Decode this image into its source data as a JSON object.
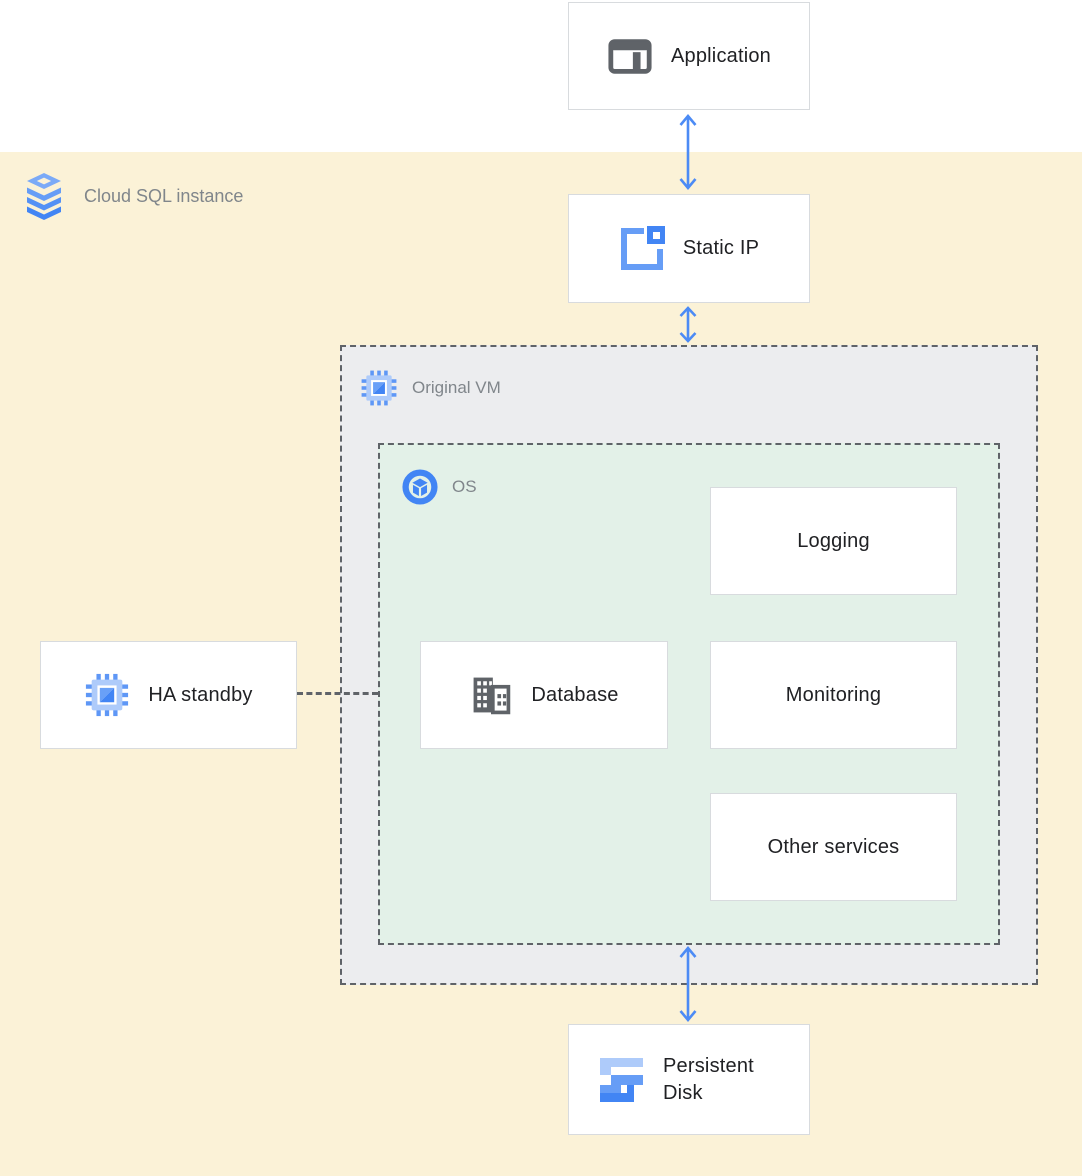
{
  "colors": {
    "bg_top": "#FFFFFF",
    "bg_main": "#FBF2D7",
    "vm_fill": "#ECEDEF",
    "os_fill": "#E3F1E8",
    "dashed_border": "#5F6368",
    "card_border": "#D8DBDE",
    "arrow": "#4C8BF5",
    "label_gray": "#80868B",
    "text_dark": "#202124",
    "gcp_blue": "#4285F4",
    "gcp_blue_light": "#669DF6",
    "gcp_blue_pale": "#AECBFA",
    "icon_gray": "#5F6368"
  },
  "regions": {
    "cloud_sql": {
      "label": "Cloud SQL instance",
      "icon": "cloud-sql-icon"
    },
    "original_vm": {
      "label": "Original VM",
      "icon": "compute-engine-icon"
    },
    "os": {
      "label": "OS",
      "icon": "os-icon"
    }
  },
  "nodes": {
    "application": {
      "label": "Application",
      "icon": "application-window-icon"
    },
    "static_ip": {
      "label": "Static IP",
      "icon": "external-ip-icon"
    },
    "ha_standby": {
      "label": "HA standby",
      "icon": "compute-engine-icon"
    },
    "database": {
      "label": "Database",
      "icon": "database-building-icon"
    },
    "logging": {
      "label": "Logging"
    },
    "monitoring": {
      "label": "Monitoring"
    },
    "other_services": {
      "label": "Other services"
    },
    "persistent_disk": {
      "label": "Persistent Disk",
      "icon": "persistent-disk-icon"
    }
  },
  "connections": [
    {
      "from": "application",
      "to": "static_ip",
      "type": "bidirectional-arrow"
    },
    {
      "from": "static_ip",
      "to": "original_vm",
      "type": "bidirectional-arrow"
    },
    {
      "from": "os",
      "to": "persistent_disk",
      "type": "bidirectional-arrow"
    },
    {
      "from": "ha_standby",
      "to": "original_vm",
      "type": "dashed-line"
    }
  ]
}
